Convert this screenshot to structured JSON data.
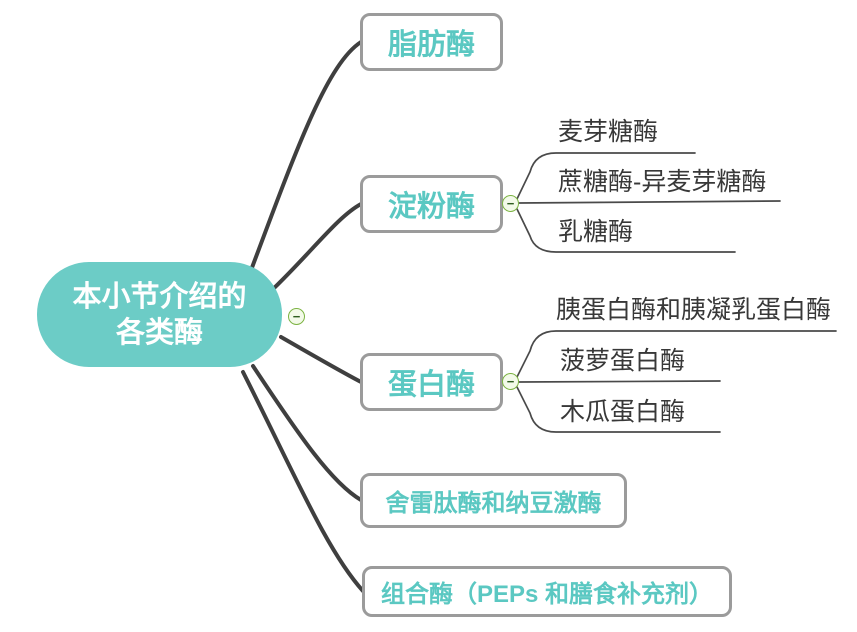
{
  "colors": {
    "root_fill": "#6cccc6",
    "topic_text": "#5bc8c2",
    "box_border": "#9b9b9b",
    "branch_line": "#3f3f3f",
    "child_line": "#4a4a4a",
    "child_text": "#383838",
    "collapse_border": "#7cb342",
    "collapse_bg": "#f3fae9"
  },
  "icons": {
    "collapse_glyph": "−"
  },
  "root": {
    "line1": "本小节介绍的",
    "line2": "各类酶"
  },
  "branches": [
    {
      "label": "脂肪酶"
    },
    {
      "label": "淀粉酶",
      "children": [
        "麦芽糖酶",
        "蔗糖酶-异麦芽糖酶",
        "乳糖酶"
      ]
    },
    {
      "label": "蛋白酶",
      "children": [
        "胰蛋白酶和胰凝乳蛋白酶",
        "菠萝蛋白酶",
        "木瓜蛋白酶"
      ]
    },
    {
      "label": "舍雷肽酶和纳豆激酶"
    },
    {
      "label": "组合酶（PEPs 和膳食补充剂）"
    }
  ]
}
